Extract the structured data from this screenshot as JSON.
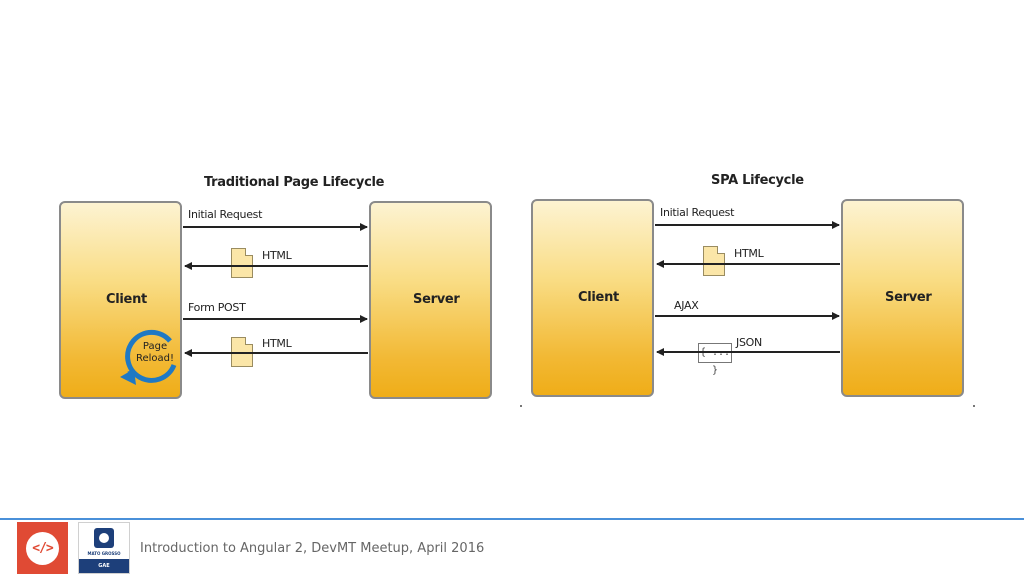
{
  "traditional": {
    "title": "Traditional Page Lifecycle",
    "client_label": "Client",
    "server_label": "Server",
    "messages": {
      "initial_request": "Initial Request",
      "html_response_1": "HTML",
      "form_post": "Form POST",
      "html_response_2": "HTML"
    },
    "reload": {
      "line1": "Page",
      "line2": "Reload!"
    }
  },
  "spa": {
    "title": "SPA Lifecycle",
    "client_label": "Client",
    "server_label": "Server",
    "messages": {
      "initial_request": "Initial Request",
      "html_response": "HTML",
      "ajax": "AJAX",
      "json_response": "JSON"
    },
    "json_badge": "{ ... }"
  },
  "colors": {
    "box_fill_top": "#fdf3d2",
    "box_fill_bottom": "#efad18",
    "arrow": "#222222",
    "reload_circle": "#1f79c4",
    "footer_line": "#4a90d9",
    "logo_red": "#e04a34",
    "logo_navy": "#1d3f7a"
  },
  "footer": {
    "text": "Introduction to Angular 2, DevMT Meetup, April 2016",
    "logo_code_glyph": "</>",
    "logo_institution_name": "MATO GROSSO",
    "logo_institution_band": "GAE",
    "logo_code_icon": "code-brackets-icon",
    "logo_institution_icon": "state-seal-icon"
  }
}
